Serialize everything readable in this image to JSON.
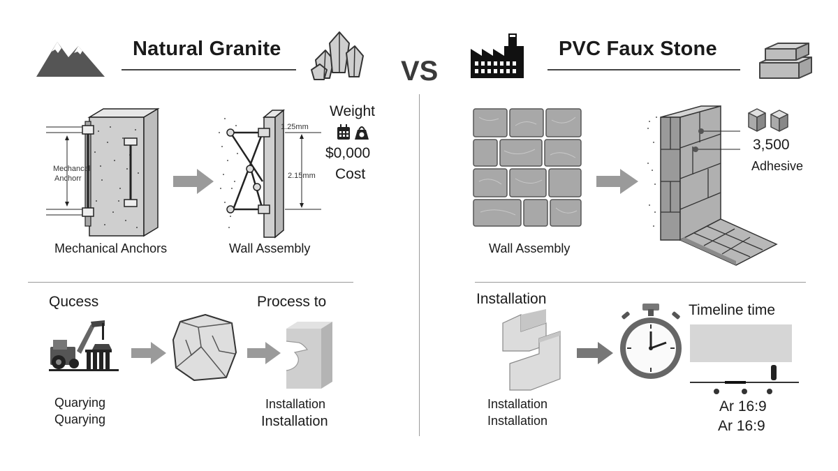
{
  "header": {
    "left_title": "Natural Granite",
    "vs": "VS",
    "right_title": "PVC Faux Stone"
  },
  "left": {
    "anchor_label": "Mechanical Anchors",
    "anchor_side_label_1": "Mechancal",
    "anchor_side_label_2": "Anchorr",
    "assembly_label": "Wall Assembly",
    "dim_top": "1.25mm",
    "dim_side": "2.15mm",
    "weight_label": "Weight",
    "cost_value": "$0,000",
    "cost_label": "Cost",
    "process_title_left": "Qucess",
    "process_title_right": "Process to",
    "quarry_line_1": "Quarying",
    "quarry_line_2": "Quarying",
    "install_line_1": "Installation",
    "install_line_2": "Installation"
  },
  "right": {
    "assembly_label": "Wall Assembly",
    "weight_value": "3,500",
    "adhesive_label": "Adhesive",
    "installation_title": "Installation",
    "timeline_title": "Timeline time",
    "install_line_1": "Installation",
    "install_line_2": "Installation",
    "ratio_line_1": "Ar 16:9",
    "ratio_line_2": "Ar 16:9"
  },
  "icons": {
    "mountain": "mountain-icon",
    "crystal": "crystal-icon",
    "factory": "factory-icon",
    "blocks": "stacked-blocks-icon",
    "stopwatch": "stopwatch-icon",
    "excavator": "excavator-icon"
  },
  "colors": {
    "ink": "#1a1a1a",
    "gray": "#8c8c8c",
    "light_gray": "#d9d9d9",
    "arrow": "#9a9a9a"
  }
}
